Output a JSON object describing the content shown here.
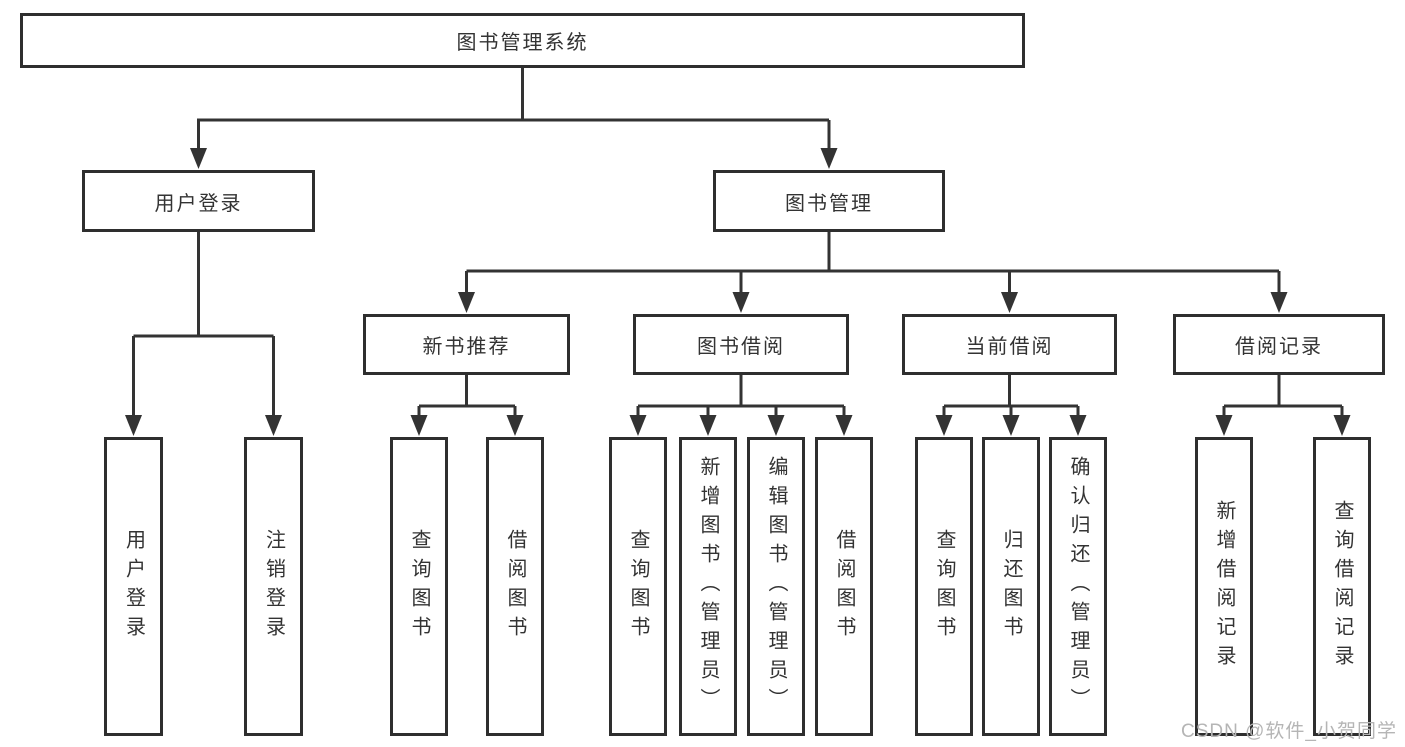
{
  "diagram_type": "hierarchy-tree",
  "nodes": {
    "root": "图书管理系统",
    "user_login": "用户登录",
    "book_mgmt": "图书管理",
    "new_book_rec": "新书推荐",
    "book_borrow": "图书借阅",
    "current_borrow": "当前借阅",
    "borrow_record": "借阅记录",
    "leaf_user_login": "用户登录",
    "leaf_logout": "注销登录",
    "leaf_rec_query": "查询图书",
    "leaf_rec_borrow": "借阅图书",
    "leaf_bb_query": "查询图书",
    "leaf_bb_add": "新增图书（管理员）",
    "leaf_bb_edit": "编辑图书（管理员）",
    "leaf_bb_borrow": "借阅图书",
    "leaf_cb_query": "查询图书",
    "leaf_cb_return": "归还图书",
    "leaf_cb_confirm": "确认归还（管理员）",
    "leaf_br_add": "新增借阅记录",
    "leaf_br_query": "查询借阅记录"
  },
  "watermark": "CSDN @软件_小贺同学",
  "colors": {
    "background": "#ffffff",
    "box_border": "#2e2e2e",
    "line": "#333333",
    "text": "#333333",
    "watermark": "#b5b5b5"
  }
}
